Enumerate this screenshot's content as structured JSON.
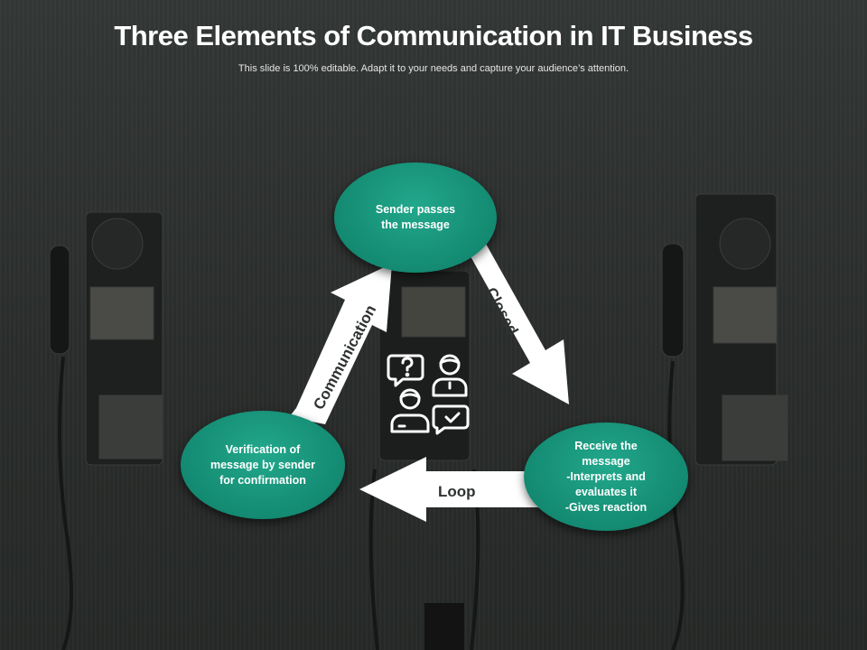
{
  "title": "Three Elements of Communication in  IT Business",
  "subtitle": "This slide is 100% editable. Adapt it to your needs and capture your audience’s attention.",
  "nodes": {
    "sender": "Sender passes\nthe message",
    "receiver": "Receive the\nmessage\n-Interprets and\nevaluates it\n-Gives reaction",
    "verification": "Verification of\nmessage by sender\nfor confirmation"
  },
  "arrows": {
    "closed": "Closed",
    "loop": "Loop",
    "communication": "Communication"
  },
  "icons": {
    "center": "conversation-people-icon"
  },
  "colors": {
    "oval": "#138a71",
    "arrow": "#ffffff",
    "background": "#2b2e2c",
    "title": "#ffffff"
  }
}
